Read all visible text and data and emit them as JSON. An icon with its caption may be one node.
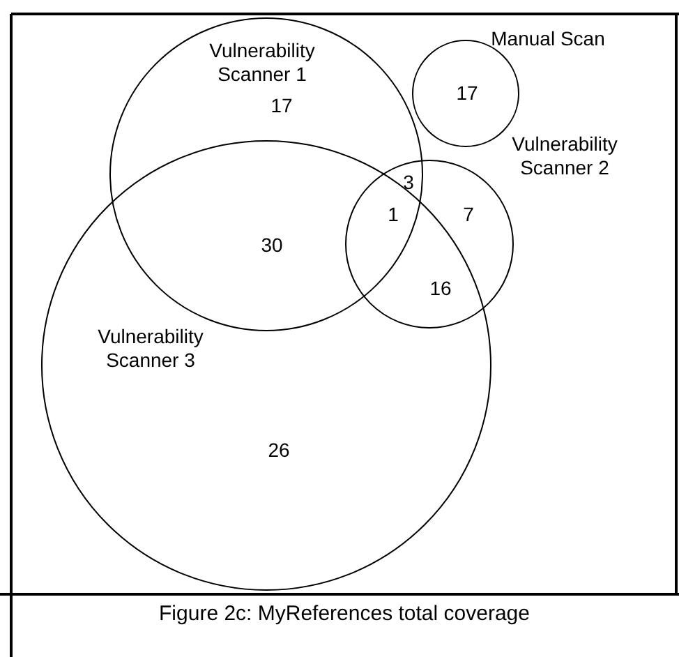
{
  "diagram": {
    "caption": "Figure 2c: MyReferences total coverage",
    "nodes": [
      {
        "text": [
          "Vulnerability Scanner 1"
        ]
      },
      {
        "text": [
          "Manual Scan"
        ]
      },
      {
        "text": [
          "Vulnerability Scanner 2"
        ]
      },
      {
        "text": [
          "Vulnerability Scanner 3"
        ]
      }
    ],
    "edges": [],
    "labels": [
      "17",
      "17",
      "3",
      "1",
      "7",
      "30",
      "16",
      "26"
    ]
  }
}
